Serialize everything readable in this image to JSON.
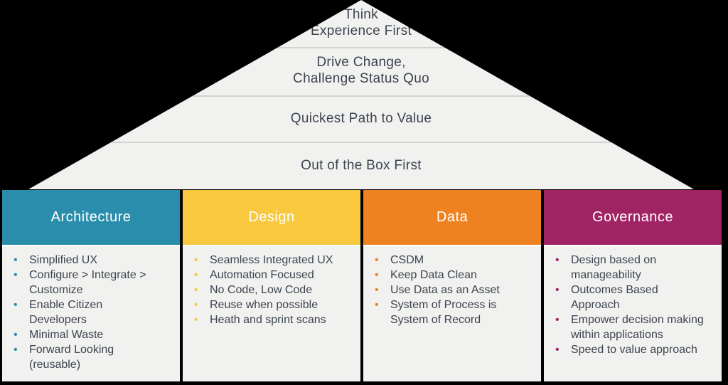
{
  "pyramid": {
    "background_color": "#f1f1ef",
    "divider_color": "#d2d2d0",
    "text_color": "#3c4450",
    "tiers": [
      {
        "label": "Think\nExperience First"
      },
      {
        "label": "Drive Change,\nChallenge Status Quo"
      },
      {
        "label": "Quickest Path to Value"
      },
      {
        "label": "Out of the Box First"
      }
    ]
  },
  "columns": [
    {
      "label": "Architecture",
      "color": "#2b8dac",
      "items": [
        "Simplified UX",
        "Configure > Integrate > Customize",
        "Enable Citizen Developers",
        "Minimal Waste",
        "Forward Looking (reusable)"
      ]
    },
    {
      "label": "Design",
      "color": "#f8c83e",
      "items": [
        "Seamless Integrated UX",
        "Automation Focused",
        "No Code, Low Code",
        "Reuse when possible",
        "Heath and sprint scans"
      ]
    },
    {
      "label": "Data",
      "color": "#ef8220",
      "items": [
        "CSDM",
        "Keep Data Clean",
        "Use Data as an Asset",
        "System of Process is System of Record"
      ]
    },
    {
      "label": "Governance",
      "color": "#a02364",
      "items": [
        "Design based on manageability",
        "Outcomes Based Approach",
        "Empower decision making within applications",
        "Speed to value approach"
      ]
    }
  ]
}
